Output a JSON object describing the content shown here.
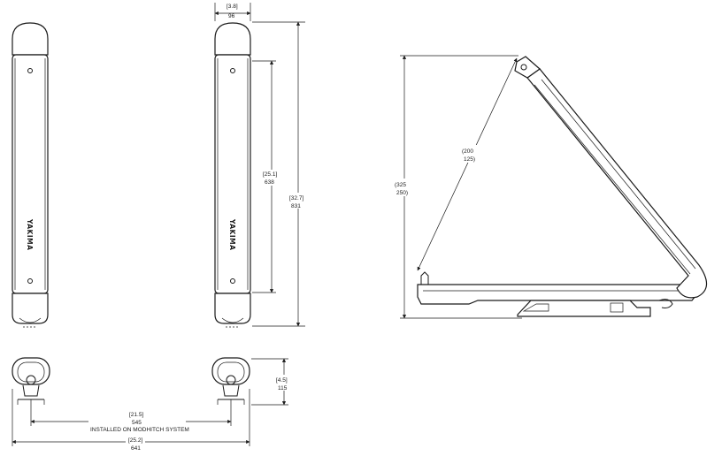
{
  "brand": {
    "logo_text": "YAKIMA"
  },
  "dimensions": {
    "top_width": {
      "inches": "[3.8]",
      "mm": "96"
    },
    "inner_length": {
      "inches": "[25.1]",
      "mm": "638"
    },
    "overall_length": {
      "inches": "[32.7]",
      "mm": "831"
    },
    "arm_length": {
      "inches": "(200",
      "mm": "125)"
    },
    "open_height": {
      "inches": "(325",
      "mm": "250)"
    },
    "end_height": {
      "inches": "[4.5]",
      "mm": "115"
    },
    "inner_spacing": {
      "inches": "[21.5]",
      "mm": "545"
    },
    "overall_spacing": {
      "inches": "[25.2]",
      "mm": "641"
    }
  },
  "notes": {
    "install": "INSTALLED ON MODHITCH SYSTEM"
  }
}
